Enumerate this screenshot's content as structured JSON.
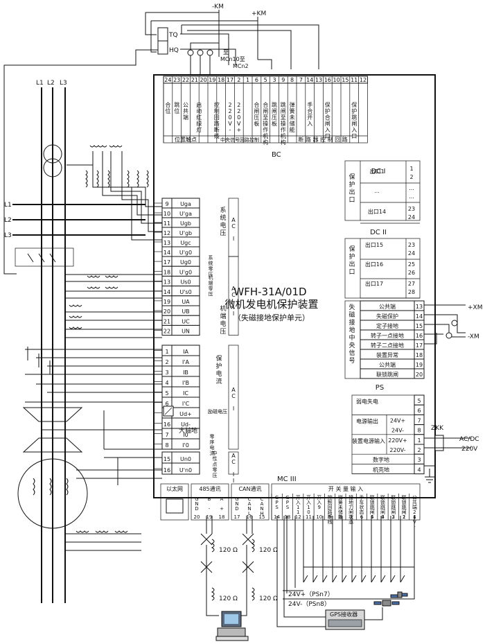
{
  "supply": {
    "minus_km": "-KM",
    "plus_km": "+KM",
    "tq": "TQ",
    "hq": "HQ",
    "mcn10": "至",
    "mcn10b": "MCn10至",
    "mcn2": "MCn2"
  },
  "lines": {
    "l1": "L1",
    "l2": "L2",
    "l3": "L3"
  },
  "top_terminals": {
    "numbers": [
      "24",
      "23",
      "22",
      "21",
      "20",
      "19",
      "18",
      "17",
      "2",
      "1",
      "6",
      "5",
      "3",
      "9",
      "8",
      "7",
      "14",
      "13",
      "16",
      "10",
      "15",
      "11",
      "12"
    ],
    "groups": [
      {
        "label": "合位"
      },
      {
        "label": "跳位"
      },
      {
        "label": "公共端"
      },
      {
        "label": "启动红绿灯"
      },
      {
        "label": "控制回路断线"
      },
      {
        "label": "220V-"
      },
      {
        "label": "220V+"
      },
      {
        "label": "合闸压板"
      },
      {
        "label": "合闸至操作机构"
      },
      {
        "label": "跳闸压板"
      },
      {
        "label": "跳闸至操作机构"
      },
      {
        "label": "弹簧未储能"
      },
      {
        "label": "手合开入"
      },
      {
        "label": "保护合闸入口"
      },
      {
        "label": "保护跳闸入口"
      }
    ],
    "footer_left": "位置触点",
    "footer_mid": "中央信号回路控制",
    "footer_right": "断 路 器 控 制 回 路",
    "bc": "BC"
  },
  "ac1": {
    "label": "AC I",
    "rows": [
      {
        "num": "9",
        "name": "Uga"
      },
      {
        "num": "10",
        "name": "U'ga"
      },
      {
        "num": "11",
        "name": "Ugb"
      },
      {
        "num": "12",
        "name": "U'gb"
      },
      {
        "num": "13",
        "name": "Ugc"
      },
      {
        "num": "14",
        "name": "U'g0"
      }
    ],
    "group": "系统电压"
  },
  "ac2": {
    "label": "AC II",
    "rows": [
      {
        "num": "17",
        "name": "Ug0",
        "note": "系统零压"
      },
      {
        "num": "18",
        "name": "U'g0",
        "note": ""
      },
      {
        "num": "13",
        "name": "Us0",
        "note": "机端零压"
      },
      {
        "num": "14",
        "name": "U's0",
        "note": ""
      },
      {
        "num": "19",
        "name": "UA",
        "note": ""
      },
      {
        "num": "20",
        "name": "UB",
        "note": ""
      },
      {
        "num": "21",
        "name": "UC",
        "note": ""
      },
      {
        "num": "22",
        "name": "UN",
        "note": ""
      }
    ],
    "group_machine": "机端电压"
  },
  "ac3": {
    "label": "AC I",
    "rows": [
      {
        "num": "1",
        "name": "IA"
      },
      {
        "num": "2",
        "name": "I'A"
      },
      {
        "num": "3",
        "name": "IB"
      },
      {
        "num": "4",
        "name": "I'B"
      },
      {
        "num": "5",
        "name": "IC"
      },
      {
        "num": "6",
        "name": "I'C"
      },
      {
        "num": "15",
        "name": "Ud+"
      },
      {
        "num": "16",
        "name": "Ud-"
      },
      {
        "num": "7",
        "name": "I0"
      },
      {
        "num": "8",
        "name": "I'0"
      }
    ],
    "group_current": "保护电流",
    "excite": "励磁电压",
    "big_shaft": "大轴地",
    "zero_current": "零序电流"
  },
  "ac4": {
    "label": "AC II",
    "rows": [
      {
        "num": "15",
        "name": "Un0"
      },
      {
        "num": "16",
        "name": "U'n0"
      }
    ],
    "note": "中性点零压"
  },
  "device": {
    "model": "WFH-31A/01D",
    "name": "微机发电机保护装置",
    "sub": "（失磁接地保护单元）"
  },
  "dc1": {
    "title": "DC I",
    "side": "保护出口",
    "rows": [
      {
        "label": "出口1",
        "a": "1",
        "b": "2"
      },
      {
        "label": "...",
        "a": "...",
        "b": "..."
      },
      {
        "label": "出口14",
        "a": "23",
        "b": "24"
      }
    ]
  },
  "dc2": {
    "title": "DC II",
    "side": "保护出口",
    "rows": [
      {
        "label": "出口15",
        "a": "23",
        "b": "24"
      },
      {
        "label": "出口16",
        "a": "25",
        "b": "26"
      },
      {
        "label": "出口17",
        "a": "27",
        "b": "28"
      }
    ],
    "side2": "失磁接地中央信号",
    "signals": [
      {
        "label": "公共端",
        "num": "13"
      },
      {
        "label": "失磁保护",
        "num": "14"
      },
      {
        "label": "定子接地",
        "num": "15"
      },
      {
        "label": "转子一点接地",
        "num": "16"
      },
      {
        "label": "转子二点接地",
        "num": "17"
      },
      {
        "label": "装置异常",
        "num": "18"
      },
      {
        "label": "公共端",
        "num": "19"
      },
      {
        "label": "联锁跳闸",
        "num": "20"
      }
    ],
    "plus_xm": "+XM",
    "minus_xm": "-XM"
  },
  "ps": {
    "title": "PS",
    "rows": [
      {
        "label": "弱电失电",
        "val": "",
        "num": "5"
      },
      {
        "label": "",
        "val": "",
        "num": "6"
      },
      {
        "label": "电源输出",
        "val": "24V+",
        "num": "7"
      },
      {
        "label": "",
        "val": "24V-",
        "num": "8"
      },
      {
        "label": "装置电源输入",
        "val": "220V+",
        "num": "1"
      },
      {
        "label": "",
        "val": "220V-",
        "num": "2"
      },
      {
        "label": "数字地",
        "val": "",
        "num": "3"
      },
      {
        "label": "机壳地",
        "val": "",
        "num": "4"
      }
    ],
    "zkk": "ZKK",
    "acdc": "AC/DC",
    "v220": "220V"
  },
  "mc3": {
    "title": "MC III",
    "ethernet": "以太网",
    "rs485": "485通讯",
    "can": "CAN通讯",
    "switch": "开 关 量 输 入",
    "rs485_pins": [
      {
        "name": "GND",
        "num": "20"
      },
      {
        "name": "B -",
        "num": "19"
      },
      {
        "name": "A +",
        "num": "18"
      }
    ],
    "can_pins": [
      {
        "name": "GND",
        "num": "17"
      },
      {
        "name": "CANL",
        "num": "16"
      },
      {
        "name": "CANH",
        "num": "15"
      }
    ],
    "inputs": [
      {
        "name": "GPS -",
        "num": "14"
      },
      {
        "name": "GPS +",
        "num": "13"
      },
      {
        "name": "开入11",
        "num": "12"
      },
      {
        "name": "开入10",
        "num": "11"
      },
      {
        "name": "开入9",
        "num": "10"
      },
      {
        "name": "控制回路断线",
        "num": "9"
      },
      {
        "name": "弹簧未储能",
        "num": "8"
      },
      {
        "name": "接地刀闸状态",
        "num": "7"
      },
      {
        "name": "手车状态",
        "num": "6"
      },
      {
        "name": "联锁跳闸4",
        "num": "5"
      },
      {
        "name": "联锁跳闸3",
        "num": "4"
      },
      {
        "name": "联锁跳闸2",
        "num": "3"
      },
      {
        "name": "联锁跳闸1",
        "num": "2"
      },
      {
        "name": "公共端24V-",
        "num": "1"
      }
    ],
    "r120": "120 Ω",
    "v24p": "24V+（PSn7）",
    "v24m": "24V-（PSn8）",
    "gps": "GPS接收器"
  }
}
